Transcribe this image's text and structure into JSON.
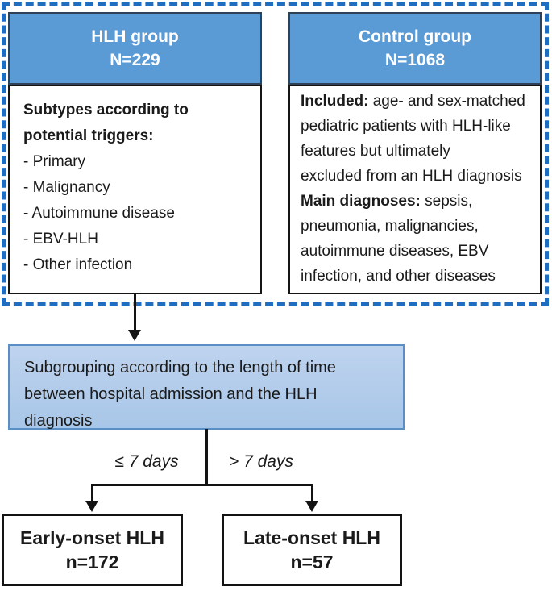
{
  "palette": {
    "header_blue": "#5b9bd5",
    "subgroup_light_blue": "#aecbea",
    "dash_blue": "#1f6dc1",
    "line_black": "#131313"
  },
  "hlh_group": {
    "title": "HLH group",
    "n": "N=229",
    "heading_lines": [
      "Subtypes according to",
      "potential triggers:"
    ],
    "subtypes": [
      "- Primary",
      "- Malignancy",
      "- Autoimmune disease",
      "- EBV-HLH",
      "- Other infection"
    ]
  },
  "control_group": {
    "title": "Control group",
    "n": "N=1068",
    "lines": [
      {
        "bold": "Included:",
        "text": " age- and sex-matched"
      },
      {
        "bold": "",
        "text": "pediatric patients with HLH-like"
      },
      {
        "bold": "",
        "text": "features but ultimately"
      },
      {
        "bold": "",
        "text": "excluded from an HLH diagnosis"
      },
      {
        "bold": "Main diagnoses:",
        "text": " sepsis,"
      },
      {
        "bold": "",
        "text": "pneumonia, malignancies,"
      },
      {
        "bold": "",
        "text": "autoimmune diseases, EBV"
      },
      {
        "bold": "",
        "text": "infection, and other diseases"
      }
    ]
  },
  "subgrouping": {
    "text": "Subgrouping according to the length of time between hospital admission and the HLH diagnosis"
  },
  "branches": {
    "early_label": "≤ 7 days",
    "late_label": "> 7 days"
  },
  "early_box": {
    "title": "Early-onset HLH",
    "n": "n=172"
  },
  "late_box": {
    "title": "Late-onset HLH",
    "n": "n=57"
  }
}
